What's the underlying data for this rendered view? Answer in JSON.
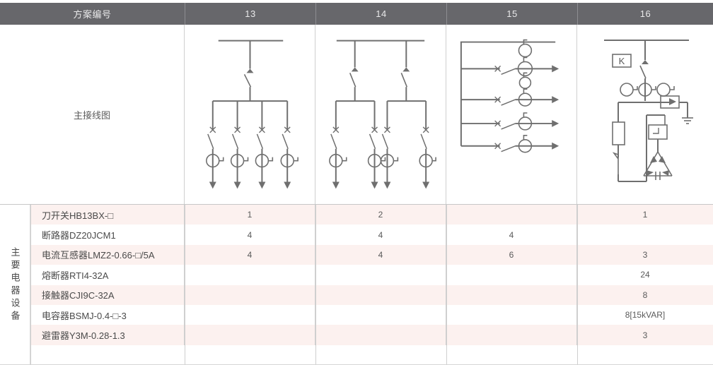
{
  "header": {
    "row_label": "方案编号",
    "columns": [
      "13",
      "14",
      "15",
      "16"
    ]
  },
  "diagram_section": {
    "label": "主接线图",
    "cells": [
      {
        "scheme": "13",
        "description": "busbar-knife-switch-four-feeders"
      },
      {
        "scheme": "14",
        "description": "busbar-two-knife-switches-four-feeders"
      },
      {
        "scheme": "15",
        "description": "vertical-bus-four-horizontal-feeders"
      },
      {
        "scheme": "16",
        "description": "capacitor-bank-with-arrester",
        "box_label": "K"
      }
    ]
  },
  "equipment_section": {
    "group_label": "主要电器设备",
    "rows": [
      {
        "name": "刀开关HB13BX-□",
        "values": [
          "1",
          "2",
          "",
          "1"
        ]
      },
      {
        "name": "断路器DZ20JCM1",
        "values": [
          "4",
          "4",
          "4",
          ""
        ]
      },
      {
        "name": "电流互感器LMZ2-0.66-□/5A",
        "values": [
          "4",
          "4",
          "6",
          "3"
        ]
      },
      {
        "name": "熔断器RTI4-32A",
        "values": [
          "",
          "",
          "",
          "24"
        ]
      },
      {
        "name": "接触器CJI9C-32A",
        "values": [
          "",
          "",
          "",
          "8"
        ]
      },
      {
        "name": "电容器BSMJ-0.4-□-3",
        "values": [
          "",
          "",
          "",
          "8[15kVAR]"
        ]
      },
      {
        "name": "避雷器Y3M-0.28-1.3",
        "values": [
          "",
          "",
          "",
          "3"
        ]
      }
    ]
  },
  "colors": {
    "header_bg": "#67676b",
    "header_text": "#e9e9ea",
    "row_odd": "#fcf1ef",
    "row_even": "#ffffff",
    "grid_line": "#cfcfcf",
    "diagram_stroke": "#6f6f6f",
    "text": "#4a4a4a"
  },
  "layout": {
    "col_x": [
      0,
      43,
      261,
      446,
      631,
      816,
      1008
    ]
  }
}
